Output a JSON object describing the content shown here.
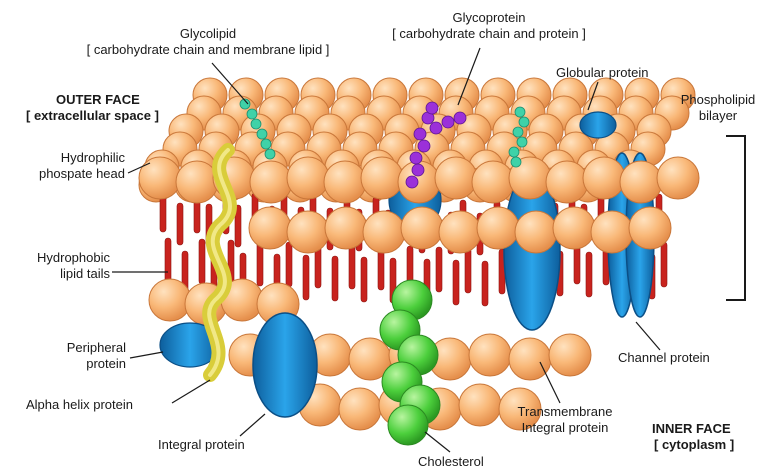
{
  "labels": {
    "glycolipid": {
      "line1": "Glycolipid",
      "line2": "[ carbohydrate chain and membrane lipid  ]"
    },
    "glycoprotein": {
      "line1": "Glycoprotein",
      "line2": "[ carbohydrate chain and protein ]"
    },
    "globular_protein": "Globular protein",
    "phospholipid_bilayer": {
      "line1": "Phospholipid",
      "line2": "bilayer"
    },
    "outer_face": {
      "line1": "OUTER FACE",
      "line2": "[ extracellular space ]"
    },
    "hydrophilic_head": {
      "line1": "Hydrophilic",
      "line2": "phospate head"
    },
    "hydrophobic_tails": {
      "line1": "Hydrophobic",
      "line2": "lipid tails"
    },
    "peripheral_protein": {
      "line1": "Peripheral",
      "line2": "protein"
    },
    "alpha_helix_protein": "Alpha helix protein",
    "integral_protein": "Integral protein",
    "cholesterol": "Cholesterol",
    "transmembrane_protein": {
      "line1": "Transmembrane",
      "line2": "Integral protein"
    },
    "channel_protein": "Channel protein",
    "inner_face": {
      "line1": "INNER FACE",
      "line2": "[ cytoplasm ]"
    }
  },
  "colors": {
    "head_fill": "#f7b77a",
    "head_stroke": "#c9773a",
    "tail": "#c8231e",
    "protein_blue": "#1f8fd6",
    "cholesterol_green": "#4ccf3c",
    "glycolipid_teal": "#3fd2a8",
    "glycoprotein_purple": "#9b30d9",
    "helix_yellow": "#d9cd3a"
  }
}
